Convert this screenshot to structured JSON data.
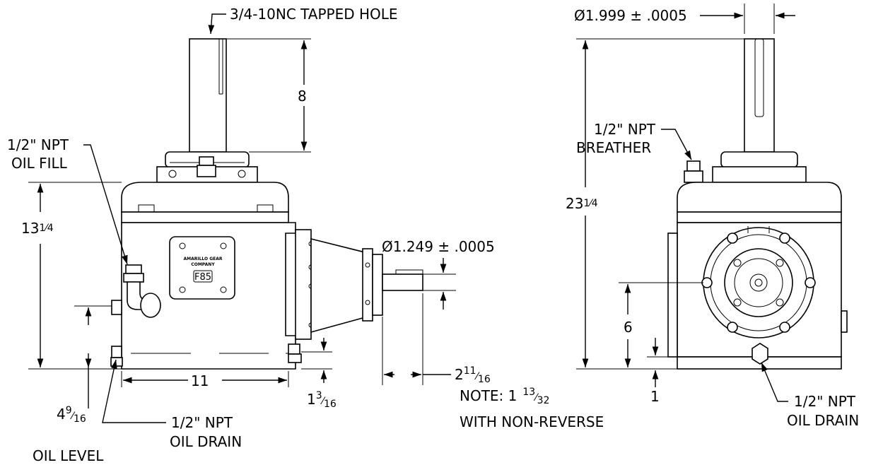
{
  "front_view": {
    "tapped_hole": "3/4-10NC TAPPED HOLE",
    "shaft_length": "8",
    "oil_fill_1": "1/2\" NPT",
    "oil_fill_2": "OIL FILL",
    "height_whole": "13",
    "height_frac": "1⁄4",
    "nameplate_1": "AMARILLO GEAR",
    "nameplate_2": "COMPANY",
    "nameplate_model": "F85",
    "width": "11",
    "level_whole": "4",
    "level_num": "9",
    "level_den": "16",
    "level_label": "OIL LEVEL",
    "drain_1": "1/2\" NPT",
    "drain_2": "OIL DRAIN",
    "foot_whole": "1",
    "foot_num": "3",
    "foot_den": "16"
  },
  "input_shaft": {
    "diameter": "Ø1.249 ± .0005",
    "ext_whole": "2",
    "ext_num": "11",
    "ext_den": "16",
    "note_prefix": "NOTE: 1",
    "note_num": "13",
    "note_den": "32",
    "note_2": "WITH NON-REVERSE"
  },
  "side_view": {
    "diameter": "Ø1.999 ± .0005",
    "breather_1": "1/2\" NPT",
    "breather_2": "BREATHER",
    "height_whole": "23",
    "height_frac": "1⁄4",
    "center_height": "6",
    "base_height": "1",
    "drain_1": "1/2\" NPT",
    "drain_2": "OIL DRAIN"
  }
}
